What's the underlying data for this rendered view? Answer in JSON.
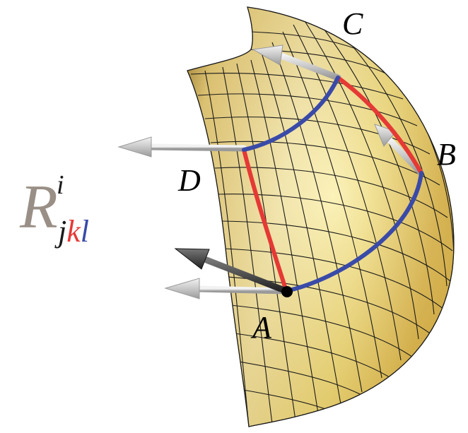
{
  "labels": {
    "point_a": "A",
    "point_b": "B",
    "point_c": "C",
    "point_d": "D"
  },
  "formula": {
    "symbol": "R",
    "superscript": "i",
    "sub_j": "j",
    "sub_k": "k",
    "sub_l": "l"
  },
  "colors": {
    "surface": "#f5ea9a",
    "surface_shadow": "#c9a54a",
    "grid": "#1a1a1a",
    "path_red": "#e53935",
    "path_blue": "#3a4aa8",
    "arrow_gray": "#c8c8c8",
    "arrow_dark": "#333333",
    "formula_gray": "#9a8f86"
  }
}
